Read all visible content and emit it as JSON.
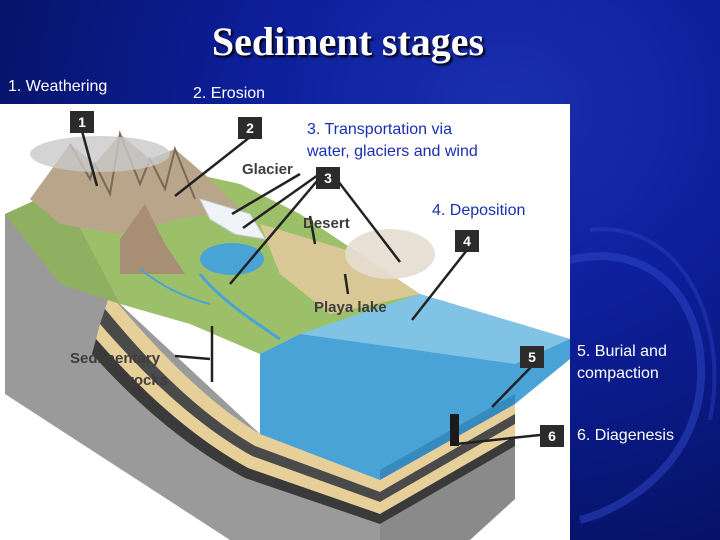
{
  "title": "Sediment stages",
  "stages": {
    "weathering": "1. Weathering",
    "erosion": "2. Erosion",
    "transport_line1": "3. Transportation via",
    "transport_line2": "water, glaciers and wind",
    "deposition": "4. Deposition",
    "burial_line1": "5. Burial and",
    "burial_line2": "compaction",
    "diagenesis": "6. Diagenesis"
  },
  "diagram": {
    "markers": [
      "1",
      "2",
      "3",
      "4",
      "5",
      "6"
    ],
    "labels": {
      "glacier": "Glacier",
      "desert": "Desert",
      "playa": "Playa lake",
      "sed_line1": "Sedimentary",
      "sed_line2": "rocks"
    }
  },
  "colors": {
    "background": "#0d1f9a",
    "marker_fill": "#2b2b2b",
    "water": "#4aa3d6",
    "land": "#9cbf6a"
  }
}
